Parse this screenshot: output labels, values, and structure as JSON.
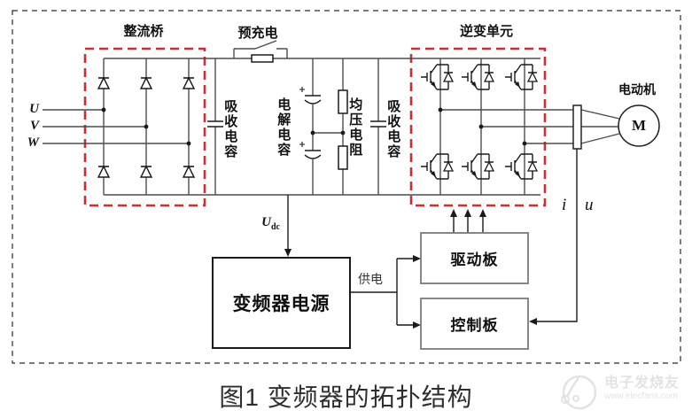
{
  "diagram": {
    "sections": {
      "rectifier": "整流桥",
      "precharge": "预充电",
      "inverter": "逆变单元",
      "motor": "电动机"
    },
    "motor_symbol": "M",
    "phases": {
      "u": "U",
      "v": "V",
      "w": "W"
    },
    "components": {
      "absorb_cap_left": "吸收电容",
      "electrolytic_cap": "电解电容",
      "balance_resistor": "均压电阻",
      "absorb_cap_right": "吸收电容"
    },
    "signals": {
      "udc_base": "U",
      "udc_sub": "dc",
      "current": "i",
      "voltage": "u",
      "supply": "供电"
    },
    "boxes": {
      "power": "变频器电源",
      "driver": "驱动板",
      "control": "控制板"
    }
  },
  "caption": "图1 变频器的拓扑结构",
  "watermark": {
    "brand": "电子发烧友",
    "url": "www.elecfans.com"
  },
  "colors": {
    "highlight": "#d22c2c",
    "wire": "#4d4d4d",
    "ink": "#1a1a1a"
  }
}
